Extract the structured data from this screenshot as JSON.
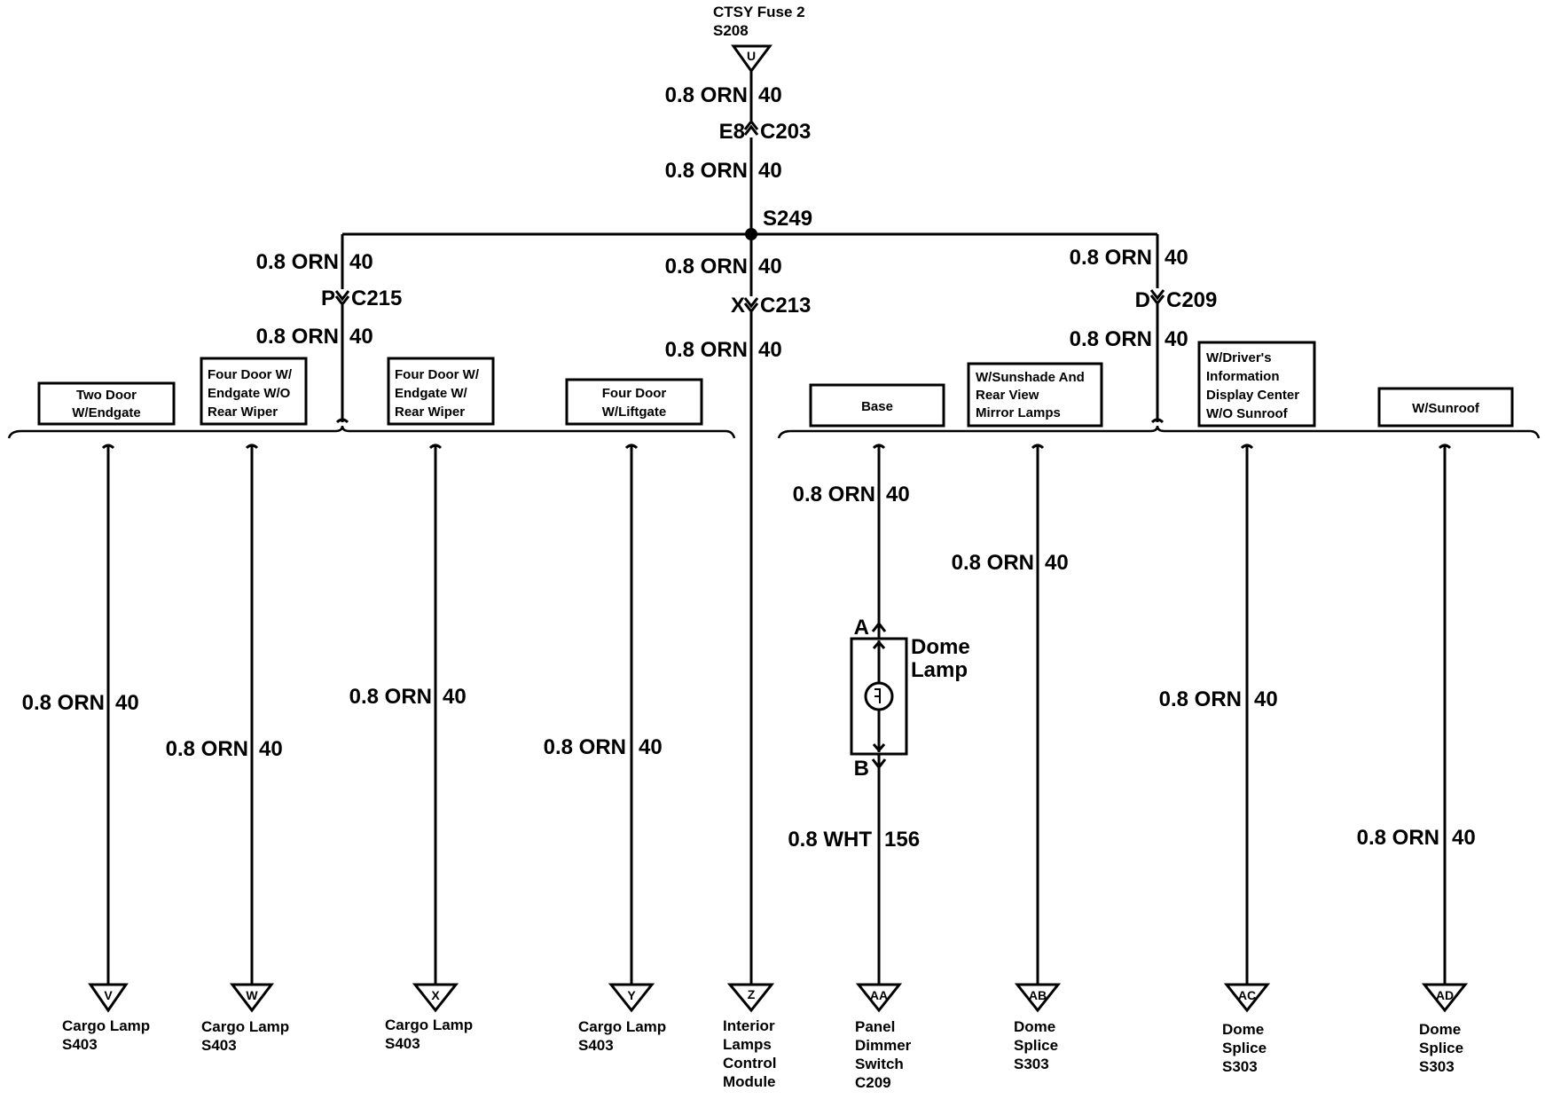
{
  "source": {
    "line1": "CTSY Fuse 2",
    "line2": "S208",
    "terminal": "U"
  },
  "top_wires": [
    {
      "spec": "0.8 ORN",
      "circuit": "40"
    },
    {
      "spec": "0.8 ORN",
      "circuit": "40"
    }
  ],
  "connector_c203": {
    "pin": "E8",
    "name": "C203"
  },
  "splice": "S249",
  "left_branch": {
    "wire_upper": {
      "spec": "0.8 ORN",
      "circuit": "40"
    },
    "connector": {
      "pin": "P",
      "name": "C215"
    },
    "wire_lower": {
      "spec": "0.8 ORN",
      "circuit": "40"
    }
  },
  "center_branch": {
    "wire_upper": {
      "spec": "0.8 ORN",
      "circuit": "40"
    },
    "connector": {
      "pin": "X",
      "name": "C213"
    },
    "wire_lower": {
      "spec": "0.8 ORN",
      "circuit": "40"
    },
    "terminal": "Z",
    "dest": [
      "Interior",
      "Lamps",
      "Control",
      "Module"
    ]
  },
  "right_branch": {
    "wire_upper": {
      "spec": "0.8 ORN",
      "circuit": "40"
    },
    "connector": {
      "pin": "D",
      "name": "C209"
    },
    "wire_lower": {
      "spec": "0.8 ORN",
      "circuit": "40"
    }
  },
  "options_left": [
    {
      "lines": [
        "Two Door",
        "W/Endgate"
      ],
      "wire": {
        "spec": "0.8 ORN",
        "circuit": "40"
      },
      "terminal": "V",
      "dest": [
        "Cargo Lamp",
        "S403"
      ]
    },
    {
      "lines": [
        "Four Door W/",
        "Endgate W/O",
        "Rear Wiper"
      ],
      "wire": {
        "spec": "0.8 ORN",
        "circuit": "40"
      },
      "terminal": "W",
      "dest": [
        "Cargo Lamp",
        "S403"
      ]
    },
    {
      "lines": [
        "Four Door W/",
        "Endgate W/",
        "Rear Wiper"
      ],
      "wire": {
        "spec": "0.8 ORN",
        "circuit": "40"
      },
      "terminal": "X",
      "dest": [
        "Cargo Lamp",
        "S403"
      ]
    },
    {
      "lines": [
        "Four Door",
        "W/Liftgate"
      ],
      "wire": {
        "spec": "0.8 ORN",
        "circuit": "40"
      },
      "terminal": "Y",
      "dest": [
        "Cargo Lamp",
        "S403"
      ]
    }
  ],
  "options_right": [
    {
      "lines": [
        "Base"
      ],
      "wire": {
        "spec": "0.8 ORN",
        "circuit": "40"
      },
      "terminal": "AA",
      "dest": [
        "Panel",
        "Dimmer",
        "Switch",
        "C209"
      ]
    },
    {
      "lines": [
        "W/Sunshade And",
        "Rear View",
        "Mirror Lamps"
      ],
      "wire": {
        "spec": "0.8 ORN",
        "circuit": "40"
      },
      "terminal": "AB",
      "dest": [
        "Dome",
        "Splice",
        "S303"
      ]
    },
    {
      "lines": [
        "W/Driver's",
        "Information",
        "Display Center",
        "W/O Sunroof"
      ],
      "wire": {
        "spec": "0.8 ORN",
        "circuit": "40"
      },
      "terminal": "AC",
      "dest": [
        "Dome",
        "Splice",
        "S303"
      ]
    },
    {
      "lines": [
        "W/Sunroof"
      ],
      "wire": {
        "spec": "0.8 ORN",
        "circuit": "40"
      },
      "terminal": "AD",
      "dest": [
        "Dome",
        "Splice",
        "S303"
      ]
    }
  ],
  "dome_lamp": {
    "name_line1": "Dome",
    "name_line2": "Lamp",
    "pin_a": "A",
    "pin_b": "B",
    "output_wire": {
      "spec": "0.8 WHT",
      "circuit": "156"
    }
  }
}
